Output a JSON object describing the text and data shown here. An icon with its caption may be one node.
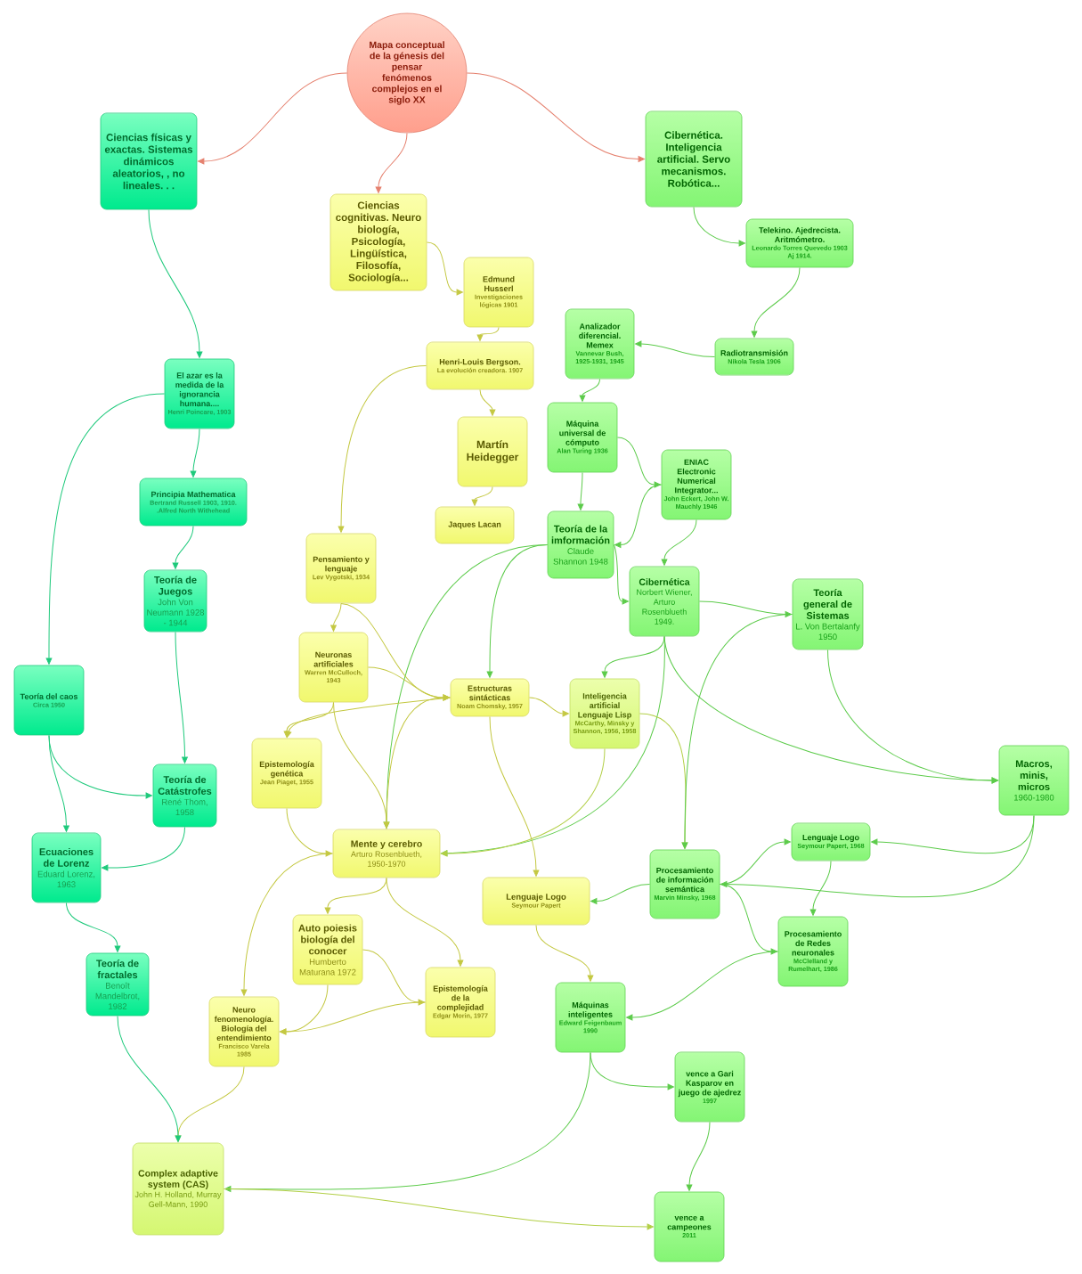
{
  "diagram": {
    "nodes": [
      {
        "text": [
          "Mapa conceptual de la génesis del pensar fenómenos complejos en el siglo XX"
        ]
      },
      {
        "text": [
          "Ciencias físicas y exactas. Sistemas dinámicos aleatorios, , no lineales. . ."
        ]
      },
      {
        "text": [
          "Ciencias cognitivas. Neuro biología, Psicología, Lingüística, Filosofía, Sociología..."
        ]
      },
      {
        "text": [
          "Cibernética. Inteligencia artificial. Servo mecanismos. Robótica..."
        ]
      },
      {
        "text": [
          "Telekino. Ajedrecista. Aritmómetro.",
          "Leonardo Torres Quevedo 1903 Aj 1914."
        ]
      },
      {
        "text": [
          "Edmund Husserl",
          "Investigaciones lógicas 1901"
        ]
      },
      {
        "text": [
          "Analizador diferencial. Memex",
          "Vannevar Bush, 1925-1931, 1945"
        ]
      },
      {
        "text": [
          "Radiotransmisión",
          "Nikola Tesla 1906"
        ]
      },
      {
        "text": [
          "Henri-Louis Bergson.",
          "La evolución creadora. 1907"
        ]
      },
      {
        "text": [
          "El azar es la medida de la ignorancia humana....",
          "Henri Poincare, 1903"
        ]
      },
      {
        "text": [
          "Martín Heidegger"
        ]
      },
      {
        "text": [
          "Máquina universal de cómputo",
          "Alan Turing 1936"
        ]
      },
      {
        "text": [
          "ENIAC Electronic Numerical Integrator...",
          "John Eckert, John W. Mauchly 1946"
        ]
      },
      {
        "text": [
          "Principia Mathematica",
          "Bertrand Russell 1903, 1910. .Alfred North Withehead"
        ]
      },
      {
        "text": [
          "Jaques Lacan"
        ]
      },
      {
        "text": [
          "Teoría de la imformación",
          "Claude Shannon 1948"
        ]
      },
      {
        "text": [
          "Pensamiento y lenguaje",
          "Lev Vygotski, 1934"
        ]
      },
      {
        "text": [
          "Cibernética",
          "Norbert Wiener, Arturo Rosenblueth 1949."
        ]
      },
      {
        "text": [
          "Teoría de Juegos",
          "John Von Neumann 1928 - 1944"
        ]
      },
      {
        "text": [
          "Teoría general de Sistemas",
          "L. Von Bertalanfy 1950"
        ]
      },
      {
        "text": [
          "Neuronas artificiales",
          "Warren McCulloch, 1943"
        ]
      },
      {
        "text": [
          "Teoría del caos",
          "Circa 1950"
        ]
      },
      {
        "text": [
          "Estructuras sintácticas",
          "Noam Chomsky, 1957"
        ]
      },
      {
        "text": [
          "Inteligencia artificial Lenguaje Lisp",
          "McCarthy, Minsky y Shannon, 1956, 1958"
        ]
      },
      {
        "text": [
          "Epistemología genética",
          "Jean Piaget, 1955"
        ]
      },
      {
        "text": [
          "Macros, minis, micros",
          "1960-1980"
        ]
      },
      {
        "text": [
          "Teoría de Catástrofes",
          "René Thom, 1958"
        ]
      },
      {
        "text": [
          "Mente y cerebro",
          "Arturo Rosenblueth, 1950-1970"
        ]
      },
      {
        "text": [
          "Ecuaciones de Lorenz",
          "Eduard Lorenz, 1963"
        ]
      },
      {
        "text": [
          "Lenguaje Logo",
          "Seymour Papert, 1968"
        ]
      },
      {
        "text": [
          "Procesamiento de información semántica",
          "Marvin Minsky, 1968"
        ]
      },
      {
        "text": [
          "Lenguaje Logo",
          "Seymour Papert"
        ]
      },
      {
        "text": [
          "Auto poiesis biología del conocer",
          "Humberto Maturana 1972"
        ]
      },
      {
        "text": [
          "Procesamiento de Redes neuronales",
          "McClelland y Rumelhart, 1986"
        ]
      },
      {
        "text": [
          "Teoría de fractales",
          "Benoît Mandelbrot, 1982"
        ]
      },
      {
        "text": [
          "Epistemología de la complejidad",
          "Edgar Morin, 1977"
        ]
      },
      {
        "text": [
          "Máquinas inteligentes",
          "Edward Feigenbaum 1990"
        ]
      },
      {
        "text": [
          "Neuro fenomenología. Biología del entendimiento",
          "Francisco Varela 1985"
        ]
      },
      {
        "text": [
          "vence a Gari Kasparov en juego de ajedrez",
          "1997"
        ]
      },
      {
        "text": [
          "Complex adaptive system (CAS)",
          "John H. Holland, Murray Gell-Mann, 1990"
        ]
      },
      {
        "text": [
          "vence a campeones",
          "2011"
        ]
      }
    ],
    "edges": [
      {
        "from": 0,
        "to": 1,
        "arrow": "to",
        "color": "#e5806e"
      },
      {
        "from": 0,
        "to": 2,
        "arrow": "to",
        "color": "#e5806e"
      },
      {
        "from": 0,
        "to": 3,
        "arrow": "to",
        "color": "#e5806e"
      },
      {
        "from": 1,
        "to": 9,
        "arrow": "to",
        "color": "#1dc97b"
      },
      {
        "from": 3,
        "to": 4,
        "arrow": "to"
      },
      {
        "from": 2,
        "to": 5,
        "arrow": "to",
        "color": "#c4c842"
      },
      {
        "from": 5,
        "to": 8,
        "arrow": "to",
        "color": "#c4c842"
      },
      {
        "from": 4,
        "to": 7,
        "arrow": "to"
      },
      {
        "from": 7,
        "to": 6,
        "arrow": "to"
      },
      {
        "from": 6,
        "to": 11,
        "arrow": "to"
      },
      {
        "from": 8,
        "to": 10,
        "arrow": "to",
        "color": "#c4c842"
      },
      {
        "from": 8,
        "to": 16,
        "arrow": "to",
        "color": "#c4c842"
      },
      {
        "from": 10,
        "to": 14,
        "arrow": "to",
        "color": "#c4c842"
      },
      {
        "from": 9,
        "to": 13,
        "arrow": "to",
        "color": "#1dc97b"
      },
      {
        "from": 9,
        "to": 21,
        "arrow": "to",
        "color": "#1dc97b"
      },
      {
        "from": 13,
        "to": 18,
        "arrow": "to",
        "color": "#1dc97b"
      },
      {
        "from": 11,
        "to": 15,
        "arrow": "to"
      },
      {
        "from": 11,
        "to": 12,
        "arrow": "to"
      },
      {
        "from": 12,
        "to": 15,
        "arrow": "to"
      },
      {
        "from": 12,
        "to": 17,
        "arrow": "to"
      },
      {
        "from": 15,
        "to": 17,
        "arrow": "to"
      },
      {
        "from": 17,
        "to": 19,
        "arrow": "to"
      },
      {
        "from": 17,
        "to": 23,
        "arrow": "to"
      },
      {
        "from": 17,
        "to": 25,
        "arrow": "to"
      },
      {
        "from": 17,
        "to": 27,
        "arrow": "to"
      },
      {
        "from": 15,
        "to": 22,
        "arrow": "to"
      },
      {
        "from": 15,
        "to": 27,
        "arrow": "to"
      },
      {
        "from": 16,
        "to": 20,
        "arrow": "to",
        "color": "#c4c842"
      },
      {
        "from": 16,
        "to": 22,
        "arrow": "to",
        "color": "#c4c842"
      },
      {
        "from": 20,
        "to": 22,
        "arrow": "to",
        "color": "#c4c842"
      },
      {
        "from": 20,
        "to": 24,
        "arrow": "to",
        "color": "#c4c842"
      },
      {
        "from": 22,
        "to": 24,
        "arrow": "to",
        "color": "#c4c842"
      },
      {
        "from": 20,
        "to": 27,
        "arrow": "to",
        "color": "#c4c842"
      },
      {
        "from": 27,
        "to": 22,
        "arrow": "to",
        "color": "#c4c842"
      },
      {
        "from": 24,
        "to": 27,
        "arrow": "to",
        "color": "#c4c842"
      },
      {
        "from": 27,
        "to": 37,
        "arrow": "to",
        "color": "#c4c842"
      },
      {
        "from": 27,
        "to": 32,
        "arrow": "to",
        "color": "#c4c842"
      },
      {
        "from": 27,
        "to": 35,
        "arrow": "to",
        "color": "#c4c842"
      },
      {
        "from": 32,
        "to": 37,
        "arrow": "to",
        "color": "#c4c842"
      },
      {
        "from": 32,
        "to": 35,
        "arrow": "to",
        "color": "#c4c842"
      },
      {
        "from": 35,
        "to": 37,
        "arrow": "to",
        "color": "#c4c842"
      },
      {
        "from": 37,
        "to": 39,
        "arrow": "to",
        "color": "#c4c842"
      },
      {
        "from": 34,
        "to": 39,
        "arrow": "to",
        "color": "#1dc97b"
      },
      {
        "from": 22,
        "to": 23,
        "arrow": "to",
        "color": "#c4c842"
      },
      {
        "from": 22,
        "to": 31,
        "arrow": "to",
        "color": "#c4c842"
      },
      {
        "from": 23,
        "to": 30,
        "arrow": "to",
        "color": "#b2cf46"
      },
      {
        "from": 23,
        "to": 27,
        "arrow": "to",
        "color": "#b2cf46"
      },
      {
        "from": 19,
        "to": 30,
        "arrow": "to"
      },
      {
        "from": 19,
        "to": 25,
        "arrow": "to"
      },
      {
        "from": 25,
        "to": 29,
        "arrow": "to"
      },
      {
        "from": 25,
        "to": 30,
        "arrow": "to"
      },
      {
        "from": 30,
        "to": 29,
        "arrow": "to"
      },
      {
        "from": 30,
        "to": 31,
        "arrow": "to"
      },
      {
        "from": 30,
        "to": 33,
        "arrow": "to"
      },
      {
        "from": 29,
        "to": 33,
        "arrow": "to"
      },
      {
        "from": 33,
        "to": 36,
        "arrow": "to"
      },
      {
        "from": 31,
        "to": 36,
        "arrow": "to",
        "color": "#c4c842"
      },
      {
        "from": 36,
        "to": 38,
        "arrow": "to"
      },
      {
        "from": 36,
        "to": 39,
        "arrow": "to"
      },
      {
        "from": 38,
        "to": 40,
        "arrow": "to"
      },
      {
        "from": 39,
        "to": 40,
        "arrow": "to",
        "color": "#b2cf46"
      },
      {
        "from": 21,
        "to": 26,
        "arrow": "to",
        "color": "#1dc97b"
      },
      {
        "from": 21,
        "to": 28,
        "arrow": "to",
        "color": "#1dc97b"
      },
      {
        "from": 18,
        "to": 26,
        "arrow": "to",
        "color": "#1dc97b"
      },
      {
        "from": 26,
        "to": 28,
        "arrow": "to",
        "color": "#1dc97b"
      },
      {
        "from": 28,
        "to": 34,
        "arrow": "to",
        "color": "#1dc97b"
      }
    ]
  }
}
